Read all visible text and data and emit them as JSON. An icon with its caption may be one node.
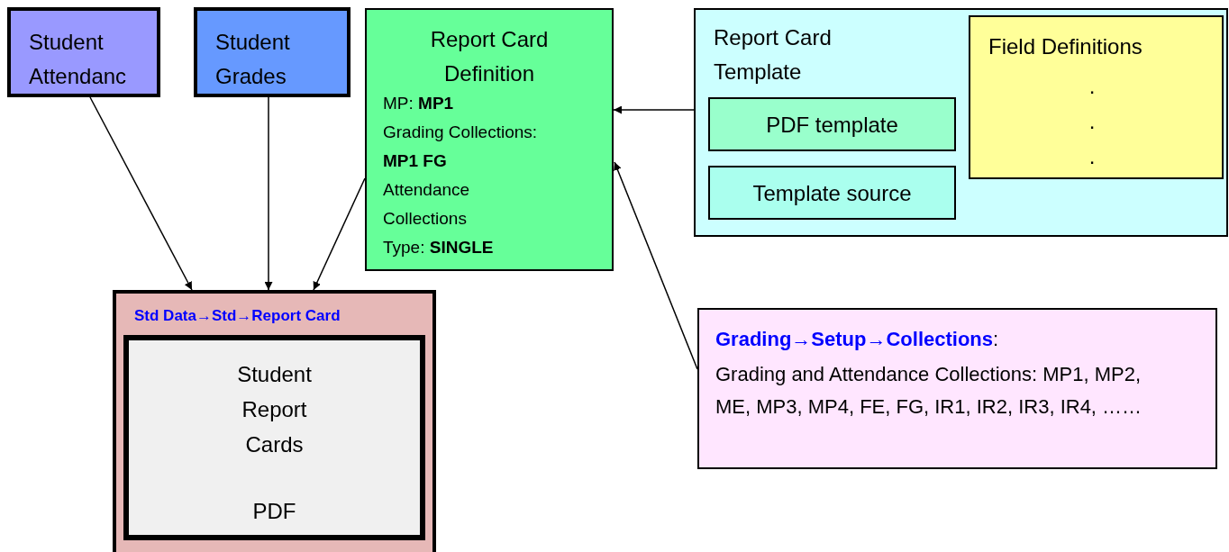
{
  "diagram": {
    "nodes": [
      {
        "text": [
          "Student Attendanc"
        ]
      },
      {
        "text": [
          "Student Grades"
        ]
      },
      {
        "text": [
          "Report Card Definition",
          "MP:  **MP1**",
          "Grading Collections: **MP1 FG**",
          "Attendance Collections",
          "Type:  **SINGLE**"
        ]
      },
      {
        "text": [
          "Report Card Template"
        ]
      },
      {
        "text": [
          "PDF template"
        ],
        "in": 3
      },
      {
        "text": [
          "Template source"
        ],
        "in": 3
      },
      {
        "text": [
          "Field Definitions",
          ".",
          ".",
          "."
        ],
        "in": 3
      },
      {
        "text": [
          "Std Data→Std→Report Card"
        ]
      },
      {
        "text": [
          "Student Report Cards",
          "PDF"
        ],
        "in": 7
      },
      {
        "text": [
          "**Grading→Setup→Collections**:",
          "Grading and Attendance Collections: MP1, MP2, ME, MP3, MP4, FE, FG, IR1, IR2, IR3, IR4, ……"
        ]
      }
    ],
    "edges": [
      {
        "from": 0,
        "to": 7,
        "arrow": "to"
      },
      {
        "from": 1,
        "to": 7,
        "arrow": "to"
      },
      {
        "from": 2,
        "to": 7,
        "arrow": "to"
      },
      {
        "from": 3,
        "to": 2,
        "arrow": "to"
      },
      {
        "from": 9,
        "to": 2,
        "arrow": "to"
      }
    ]
  }
}
